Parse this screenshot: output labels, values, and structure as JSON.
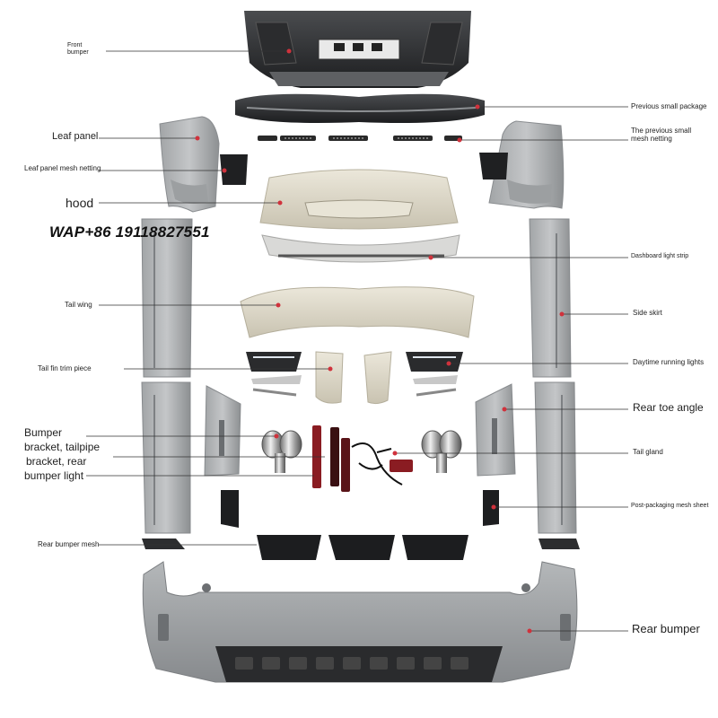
{
  "labels": {
    "front_bumper": [
      "Front",
      "bumper"
    ],
    "previous_small_package": "Previous small package",
    "leaf_panel": "Leaf panel",
    "previous_small_mesh": [
      "The previous small",
      "mesh netting"
    ],
    "leaf_panel_mesh": "Leaf panel mesh netting",
    "hood": "hood",
    "dashboard_light_strip": "Dashboard light strip",
    "tail_wing": "Tail wing",
    "side_skirt": "Side skirt",
    "tail_fin_trim": "Tail fin trim piece",
    "daytime_running_lights": "Daytime running lights",
    "rear_toe_angle": "Rear toe angle",
    "bumper_bracket": [
      "Bumper",
      "bracket, tailpipe",
      "bracket, rear",
      "bumper light"
    ],
    "tail_gland": "Tail gland",
    "post_packaging_mesh": "Post-packaging mesh sheet",
    "rear_bumper_mesh": "Rear bumper mesh",
    "rear_bumper": "Rear bumper"
  },
  "contact": "WAP+86 19118827551",
  "colors": {
    "background": "#ffffff",
    "primer_grey": "#9a9d9f",
    "dark_grey": "#55585b",
    "black_part": "#1e1f21",
    "cream": "#ddd8c8",
    "leader_line": "#333333",
    "marker_red": "#d0323c",
    "light_red": "#8a1c22"
  }
}
